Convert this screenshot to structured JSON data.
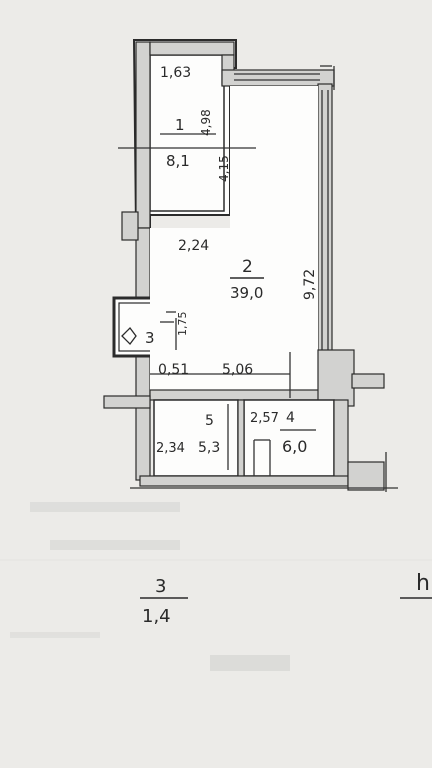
{
  "plan": {
    "room1": {
      "number": "1",
      "area": "8,1",
      "width": "1,63",
      "length": "4,98",
      "side": "4,15"
    },
    "room2": {
      "number": "2",
      "area": "39,0",
      "width": "2,24",
      "length": "9,72",
      "bottom": "5,06",
      "notch": "0,51"
    },
    "room3": {
      "number": "3",
      "dim": "1,75"
    },
    "room4": {
      "number": "4",
      "area": "6,0",
      "width": "2,57"
    },
    "room5": {
      "number": "5",
      "area": "5,3",
      "width": "2,34"
    }
  },
  "legend": {
    "number": "3",
    "value": "1,4"
  },
  "edge_fragment": "h"
}
